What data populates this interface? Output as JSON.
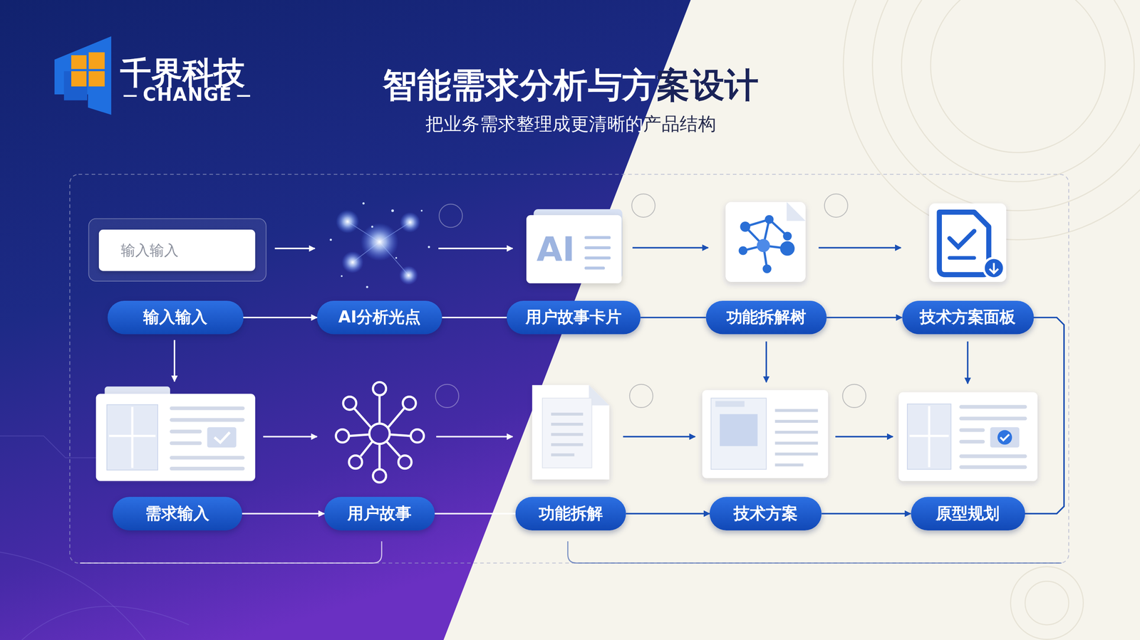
{
  "diagram": {
    "title": "智能需求分析与方案设计",
    "caption": "把业务需求整理成更清晰的产品结构",
    "nodes": [
      {
        "text": [
          "输入输入"
        ]
      },
      {
        "text": [
          "AI"
        ]
      },
      {
        "text": [
          "输入输入"
        ]
      },
      {
        "text": [
          "AI分析光点"
        ]
      },
      {
        "text": [
          "用户故事卡片"
        ]
      },
      {
        "text": [
          "功能拆解树"
        ]
      },
      {
        "text": [
          "技术方案面板"
        ]
      },
      {
        "text": [
          "需求输入"
        ]
      },
      {
        "text": [
          "用户故事"
        ]
      },
      {
        "text": [
          "功能拆解"
        ]
      },
      {
        "text": [
          "技术方案"
        ]
      },
      {
        "text": [
          "原型规划"
        ]
      }
    ],
    "edges": [
      {
        "from": 2,
        "to": 3,
        "arrow": "to"
      },
      {
        "from": 3,
        "to": 4,
        "arrow": "none"
      },
      {
        "from": 4,
        "to": 5,
        "arrow": "none"
      },
      {
        "from": 5,
        "to": 6,
        "arrow": "to"
      },
      {
        "from": 6,
        "to": 11,
        "arrow": "none"
      },
      {
        "from": 7,
        "to": 8,
        "arrow": "to"
      },
      {
        "from": 8,
        "to": 9,
        "arrow": "none"
      },
      {
        "from": 9,
        "to": 10,
        "arrow": "to"
      },
      {
        "from": 10,
        "to": 11,
        "arrow": "to"
      }
    ],
    "labels": [
      "千界科技",
      "CHANGE"
    ]
  }
}
